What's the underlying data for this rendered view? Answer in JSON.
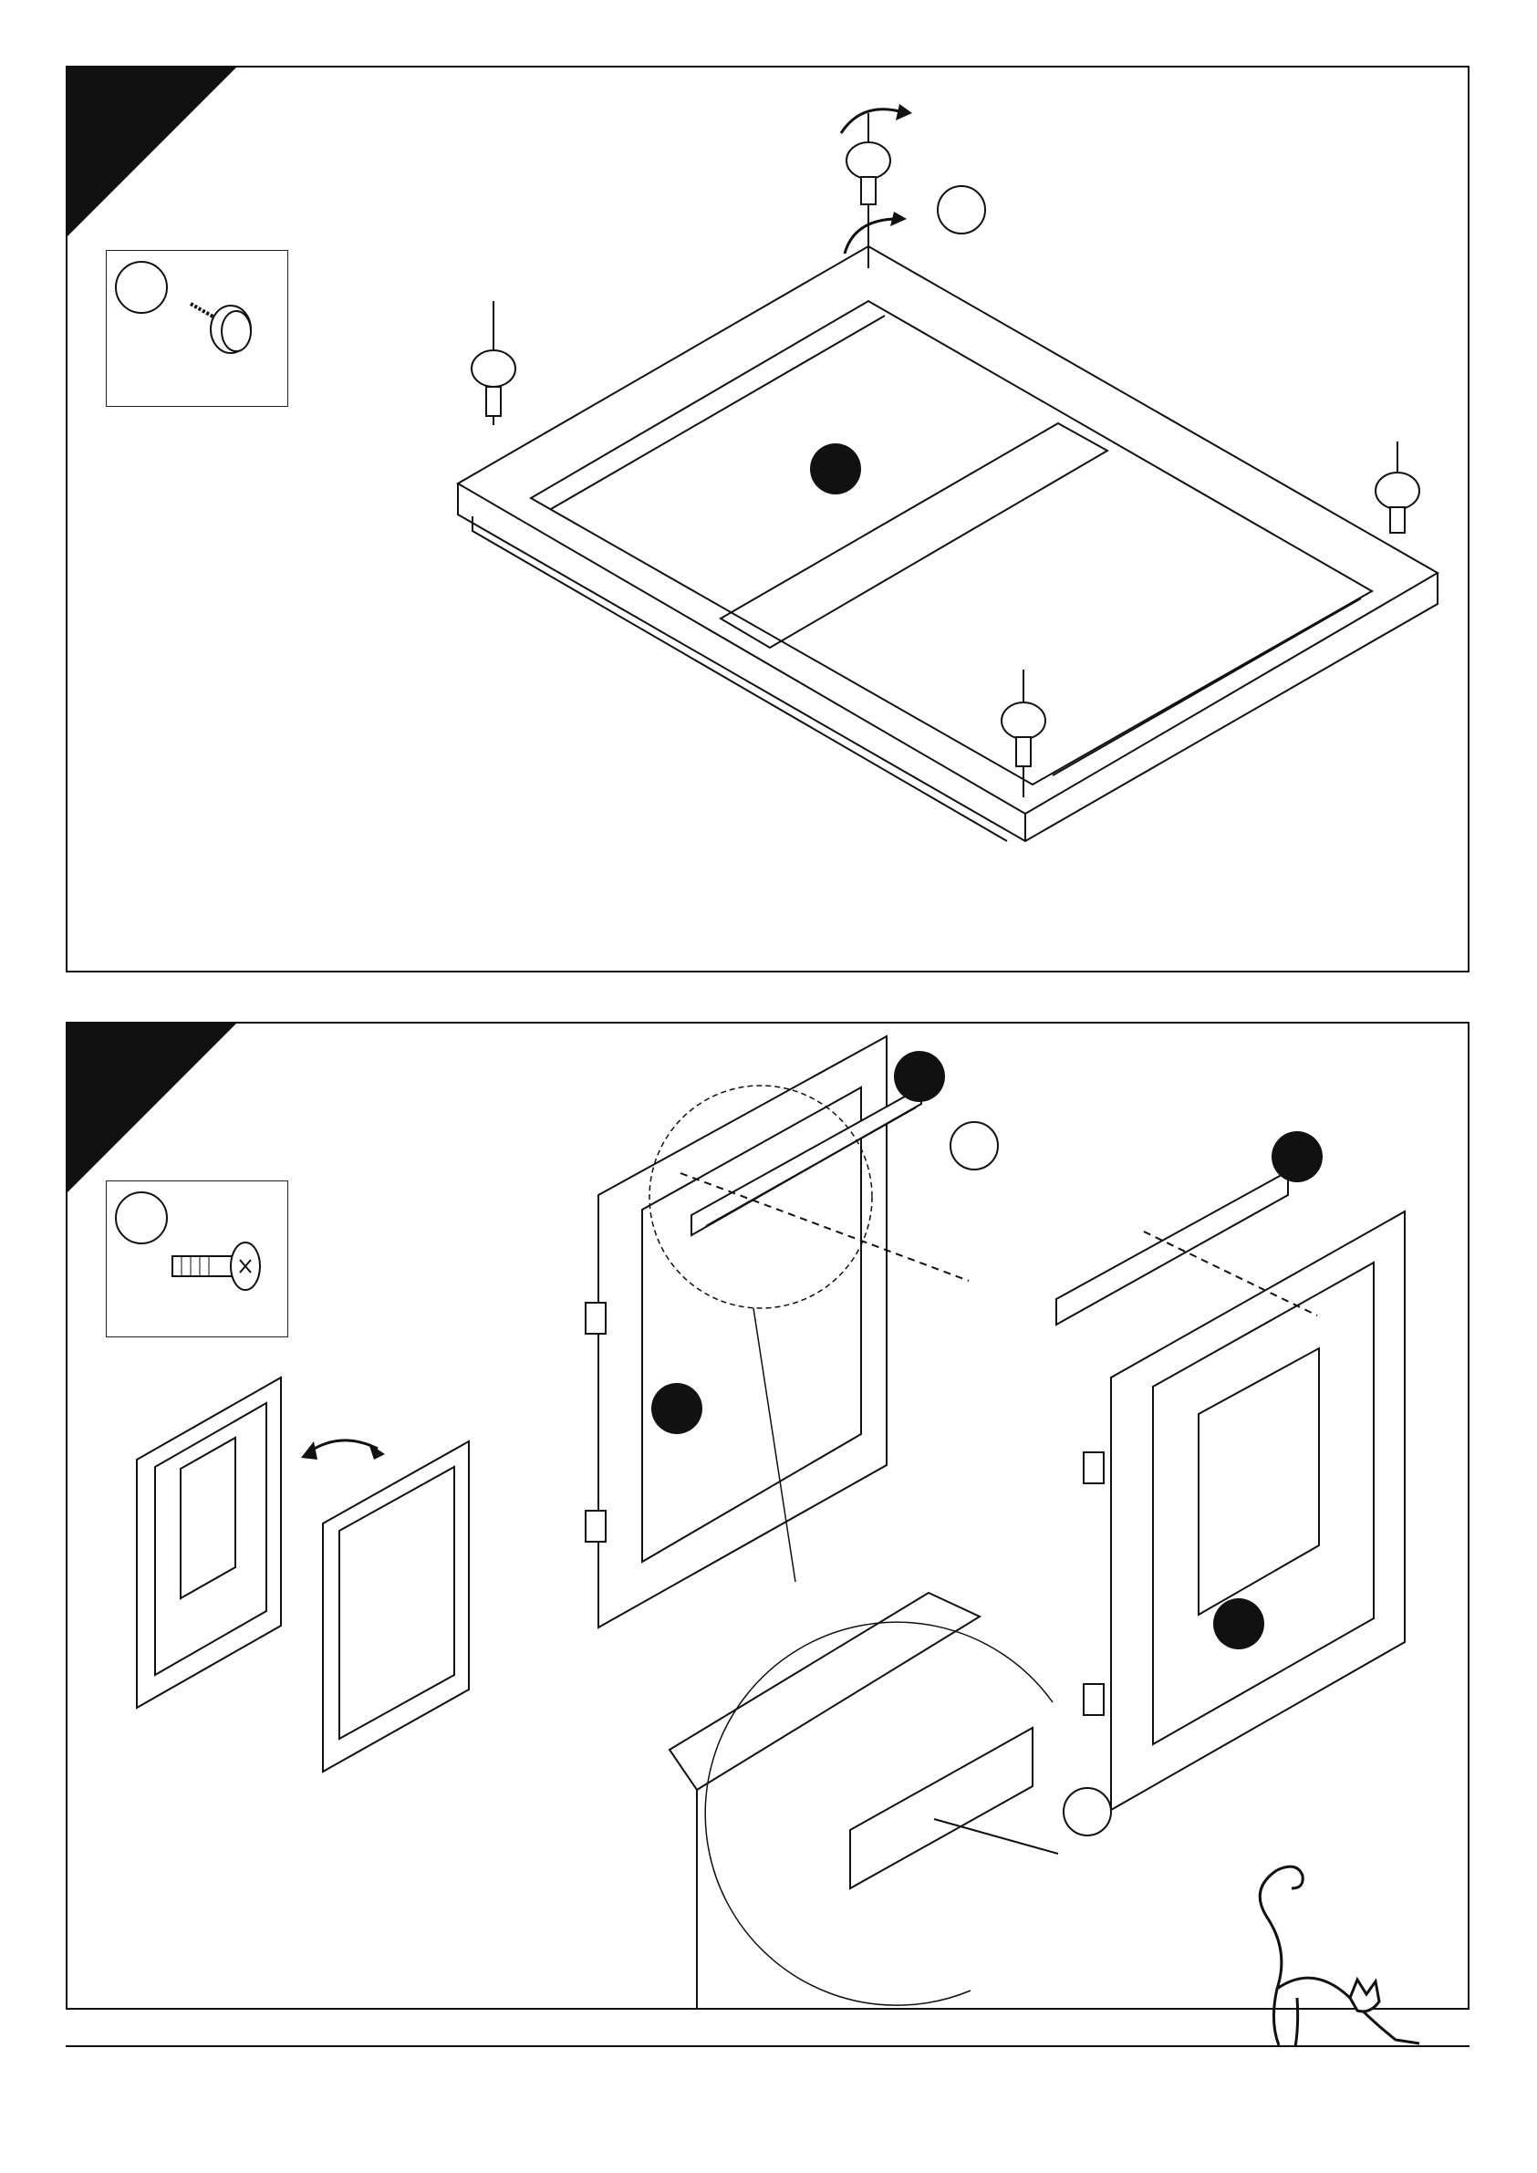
{
  "panels": [
    {
      "id": "step-base-feet",
      "step_label": "",
      "inset_part_label": "",
      "callouts": [
        {
          "label": "",
          "style": "outline"
        },
        {
          "label": "",
          "style": "filled"
        }
      ]
    },
    {
      "id": "step-doors-slides",
      "step_label": "",
      "inset_part_label": "",
      "callouts": [
        {
          "label": "",
          "style": "filled"
        },
        {
          "label": "",
          "style": "outline"
        },
        {
          "label": "",
          "style": "filled"
        },
        {
          "label": "",
          "style": "filled"
        },
        {
          "label": "",
          "style": "filled"
        },
        {
          "label": "",
          "style": "outline"
        }
      ]
    }
  ],
  "footer": {
    "text": ""
  },
  "icons": [
    "adjustable-foot-icon",
    "screw-icon",
    "swap-arrow-icon",
    "rotate-arrow-icon",
    "cat-mascot-icon"
  ]
}
